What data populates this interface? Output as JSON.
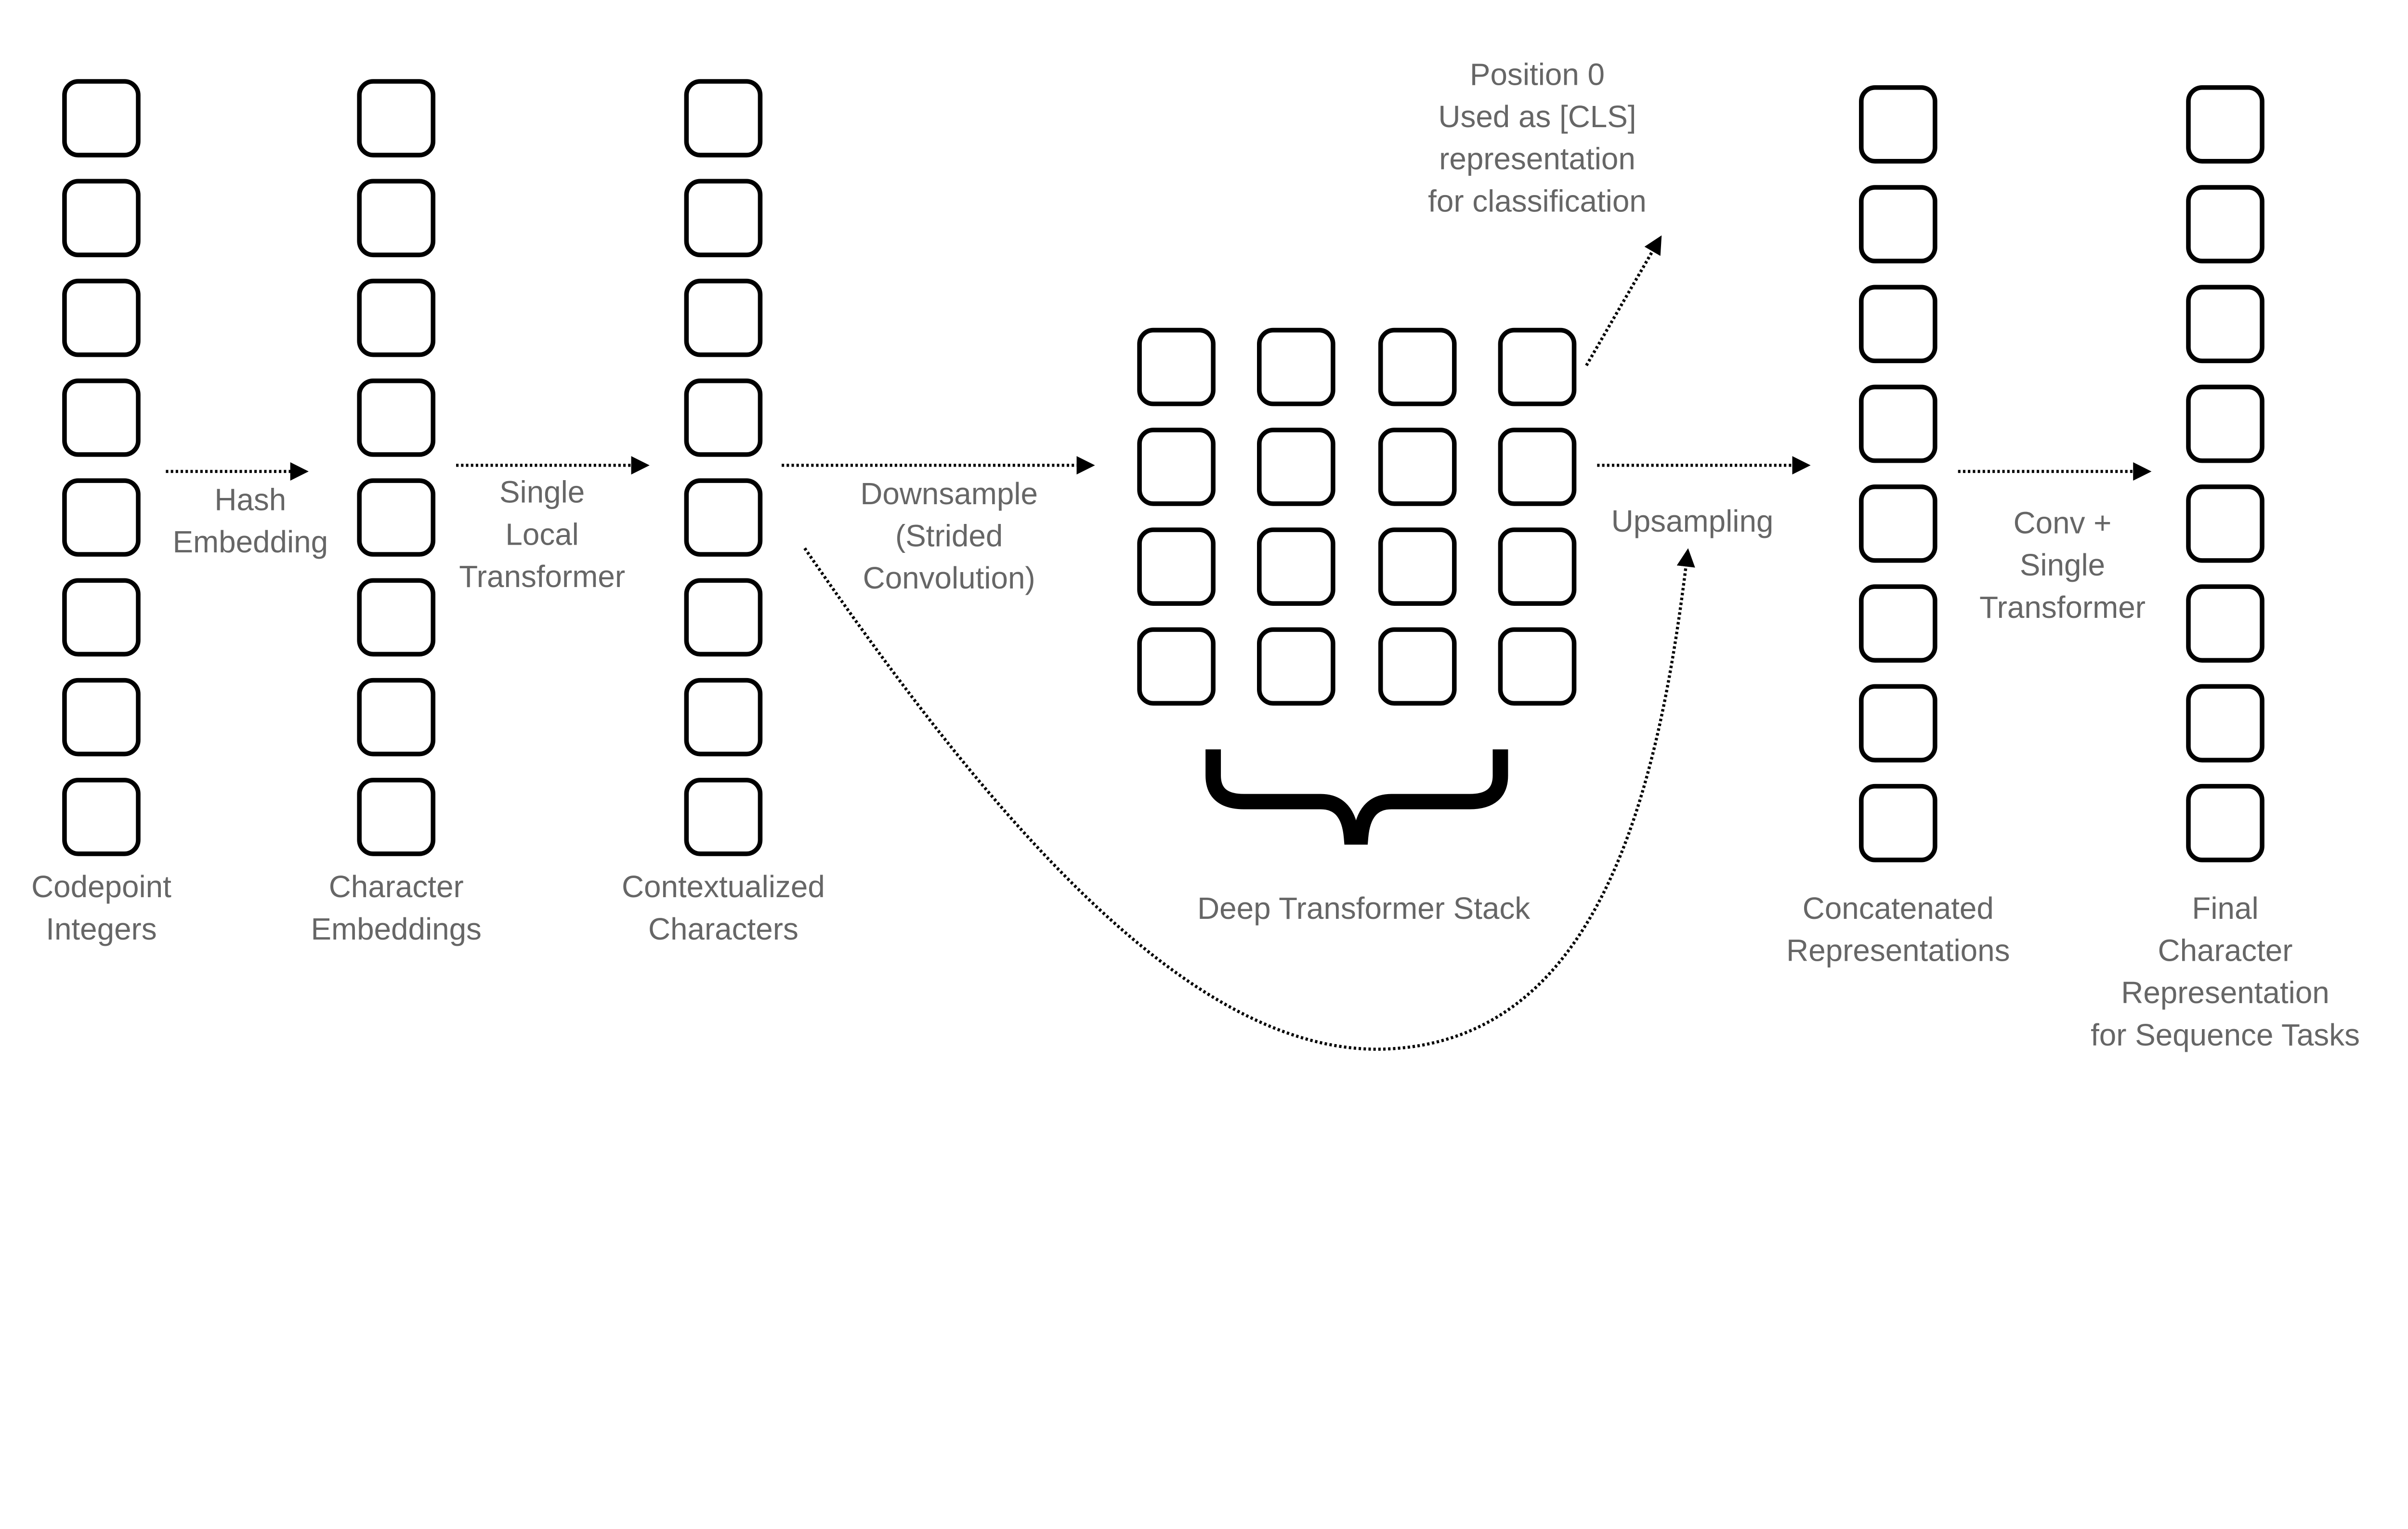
{
  "columns": [
    {
      "id": "codepoint",
      "label": [
        "Codepoint",
        "Integers"
      ],
      "cells": 8
    },
    {
      "id": "char-emb",
      "label": [
        "Character",
        "Embeddings"
      ],
      "cells": 8
    },
    {
      "id": "contextualized",
      "label": [
        "Contextualized",
        "Characters"
      ],
      "cells": 8
    },
    {
      "id": "concatenated",
      "label": [
        "Concatenated",
        "Representations"
      ],
      "cells": 8
    },
    {
      "id": "final",
      "label": [
        "Final",
        "Character",
        "Representation",
        "for Sequence Tasks"
      ],
      "cells": 8
    }
  ],
  "grid": {
    "label": [
      "Deep Transformer Stack"
    ],
    "rows": 4,
    "cols": 4
  },
  "transitions": {
    "hash": [
      "Hash",
      "Embedding"
    ],
    "local": [
      "Single",
      "Local",
      "Transformer"
    ],
    "downsample": [
      "Downsample",
      "(Strided",
      "Convolution)"
    ],
    "upsample": [
      "Upsampling"
    ],
    "conv": [
      "Conv +",
      "Single",
      "Transformer"
    ],
    "cls": [
      "Position 0",
      "Used as [CLS]",
      "representation",
      "for classification"
    ]
  },
  "colors": {
    "label": "#666666",
    "stroke": "#000000"
  }
}
